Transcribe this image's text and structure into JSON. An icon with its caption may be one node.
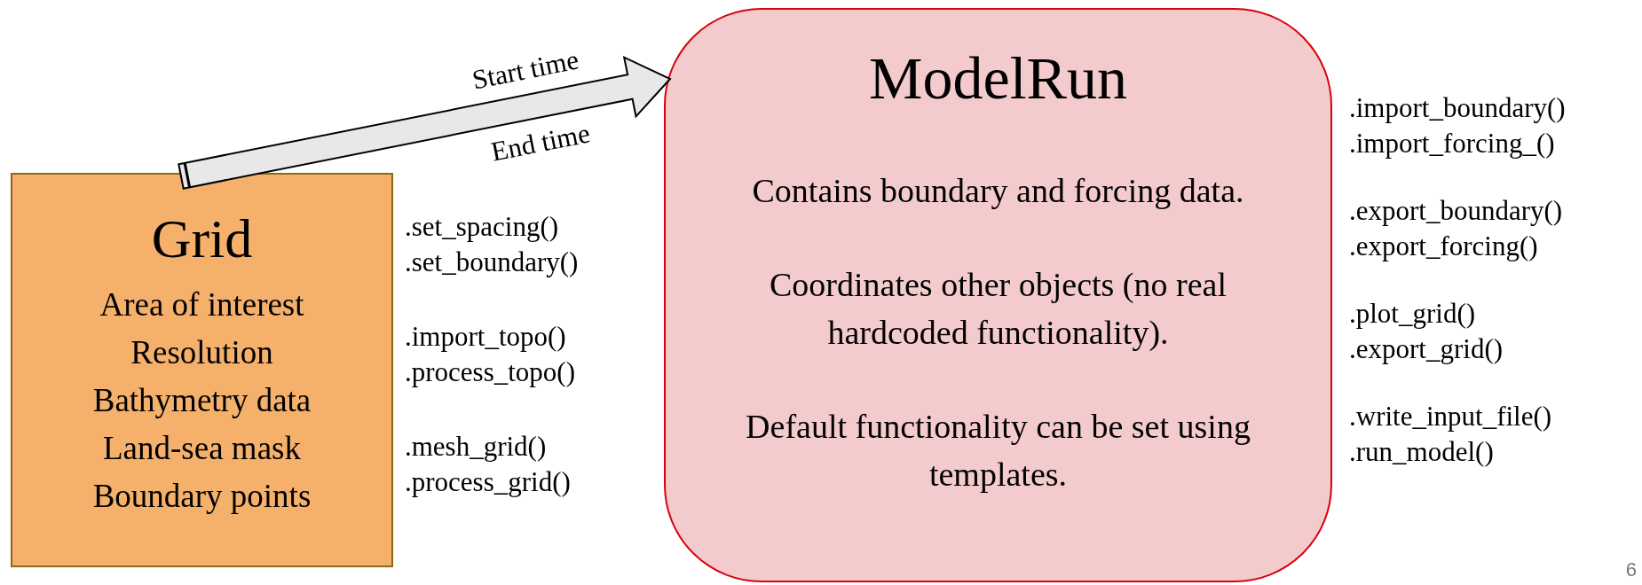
{
  "diagram": {
    "nodes": [
      {
        "text": [
          "Grid",
          "Area of interest",
          "Resolution",
          "Bathymetry data",
          "Land-sea mask",
          "Boundary points"
        ],
        "beside": [
          ".set_spacing()",
          ".set_boundary()",
          ".import_topo()",
          ".process_topo()",
          ".mesh_grid()",
          ".process_grid()"
        ]
      },
      {
        "text": [
          "ModelRun",
          "Contains boundary and forcing data.",
          "Coordinates other objects (no real hardcoded functionality).",
          "Default functionality can be set using templates."
        ],
        "beside": [
          ".import_boundary()",
          ".import_forcing_()",
          ".export_boundary()",
          ".export_forcing()",
          ".plot_grid()",
          ".export_grid()",
          ".write_input_file()",
          ".run_model()"
        ]
      }
    ],
    "edges": [
      {
        "from": 0,
        "to": 1,
        "arrow": "to"
      }
    ],
    "labels": [
      "Start time",
      "End time",
      "6"
    ]
  }
}
